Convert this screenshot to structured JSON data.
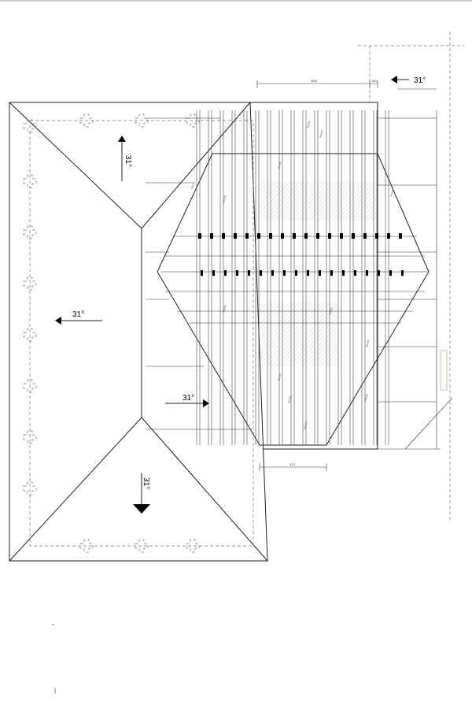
{
  "slope_labels": {
    "top_right": "31°",
    "upper_left": "31°",
    "mid_left": "31°",
    "mid_center": "31°",
    "lower_center": "31°"
  },
  "dimensions": {
    "top_small": "150",
    "top_large": "3667",
    "bottom": "420"
  },
  "member_note": "45x195",
  "icons": {
    "arrow": "triangle-arrow-icon"
  }
}
